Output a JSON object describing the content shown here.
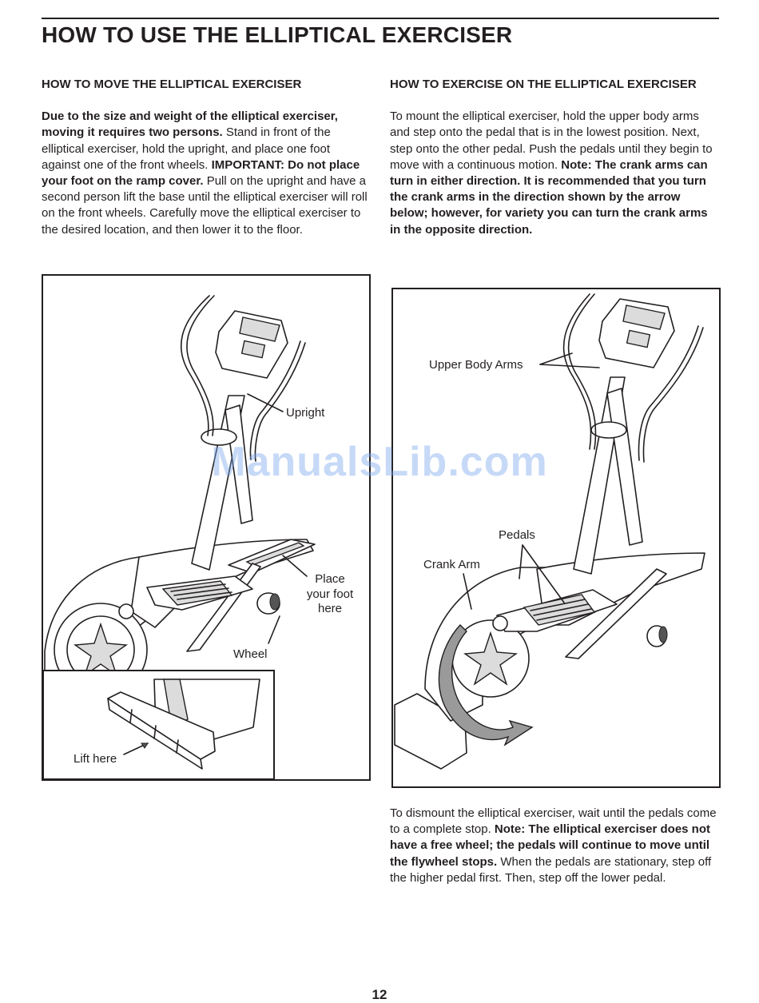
{
  "page": {
    "title": "HOW TO USE THE ELLIPTICAL EXERCISER",
    "page_number": "12",
    "watermark": "ManualsLib.com"
  },
  "left": {
    "heading": "HOW TO MOVE THE ELLIPTICAL EXERCISER",
    "p1_bold1": "Due to the size and weight of the elliptical exercis­er, moving it requires two persons.",
    "p1_text1": " Stand in front of the elliptical exerciser, hold the upright, and place one foot against one of the front wheels. ",
    "p1_bold2": "IMPORTANT: Do not place your foot on the ramp cover.",
    "p1_text2": " Pull on the upright and have a second person lift the base until the elliptical exerciser will roll on the front wheels. Carefully move the elliptical exerciser to the desired location, and then lower it to the floor."
  },
  "right": {
    "heading": "HOW TO EXERCISE ON THE ELLIPTICAL EXERCISER",
    "p1_text1": "To mount the elliptical exerciser, hold the upper body arms and step onto the pedal that is in the lowest position. Next, step onto the other pedal. Push the pedals until they begin to move with a continuous motion. ",
    "p1_bold1": "Note: The crank arms can turn in either direction. It is recommended that you turn the crank arms in the direction shown by the arrow below; however, for variety you can turn the crank arms in the opposite direction.",
    "p2_text1": "To dismount the elliptical exerciser, wait until the ped­als come to a complete stop. ",
    "p2_bold1": "Note: The elliptical exerciser does not have a free wheel; the pedals will continue to move until the flywheel stops.",
    "p2_text2": " When the pedals are stationary, step off the higher pedal first. Then, step off the lower pedal."
  },
  "figure1": {
    "label_upright": "Upright",
    "label_foot_1": "Place",
    "label_foot_2": "your foot",
    "label_foot_3": "here",
    "label_wheel": "Wheel",
    "label_lift": "Lift here"
  },
  "figure2": {
    "label_upper_arms": "Upper Body Arms",
    "label_pedals": "Pedals",
    "label_crank": "Crank Arm"
  }
}
